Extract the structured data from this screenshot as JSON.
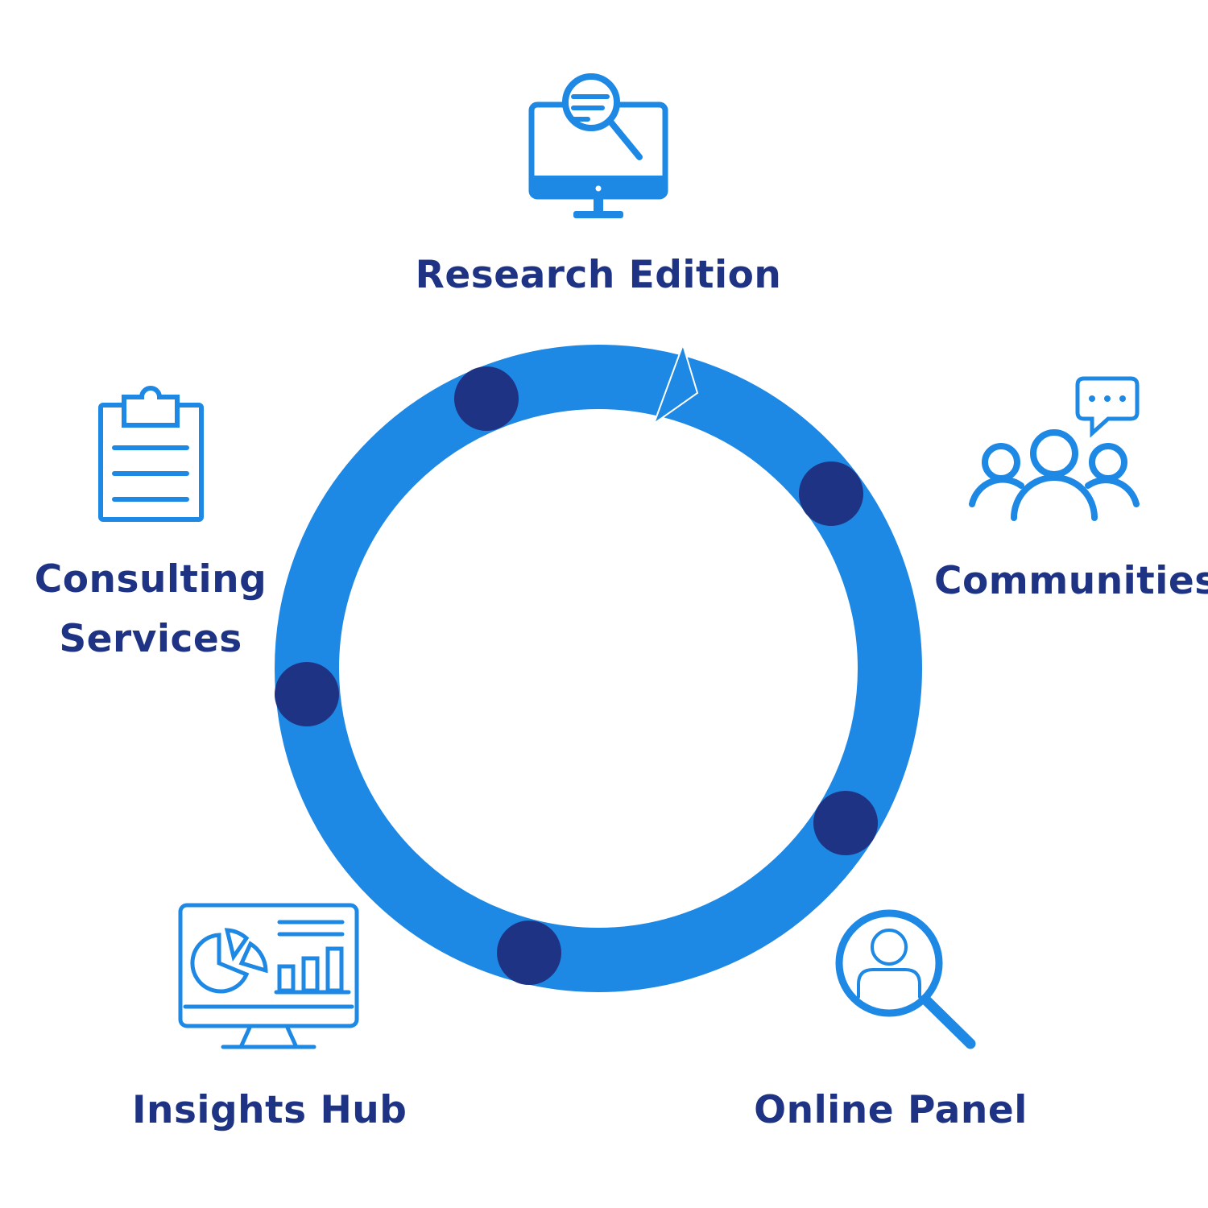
{
  "colors": {
    "ring": "#1e88e5",
    "node": "#1f3384",
    "icon": "#1e88e5",
    "label": "#1f3384",
    "background": "#ffffff"
  },
  "items": [
    {
      "label": "Research Edition",
      "icon": "monitor-search-icon"
    },
    {
      "label": "Communities",
      "icon": "people-chat-icon"
    },
    {
      "label": "Online Panel",
      "icon": "user-magnifier-icon"
    },
    {
      "label": "Insights Hub",
      "icon": "dashboard-monitor-icon"
    },
    {
      "label_lines": [
        "Consulting",
        "Services"
      ],
      "icon": "clipboard-icon"
    }
  ]
}
